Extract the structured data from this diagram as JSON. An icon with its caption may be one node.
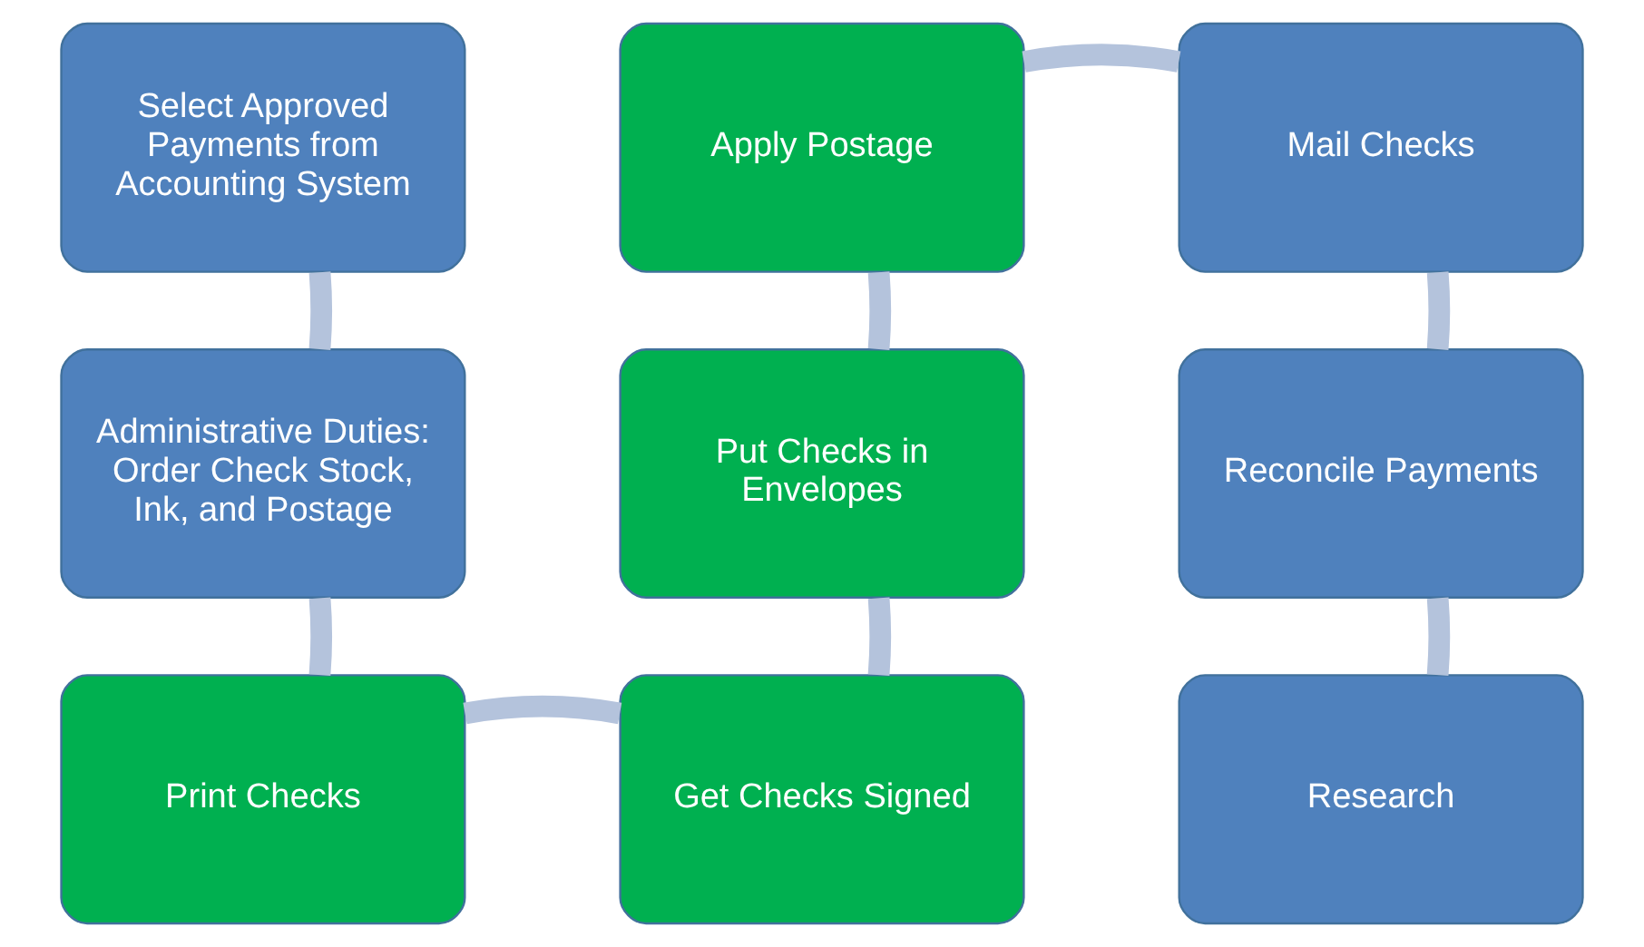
{
  "diagram": {
    "nodes": [
      {
        "text": [
          "Select Approved Payments from Accounting System"
        ]
      },
      {
        "text": [
          "Administrative Duties: Order Check Stock, Ink, and Postage"
        ]
      },
      {
        "text": [
          "Print Checks"
        ]
      },
      {
        "text": [
          "Get Checks Signed"
        ]
      },
      {
        "text": [
          "Put Checks in Envelopes"
        ]
      },
      {
        "text": [
          "Apply Postage"
        ]
      },
      {
        "text": [
          "Mail Checks"
        ]
      },
      {
        "text": [
          "Reconcile Payments"
        ]
      },
      {
        "text": [
          "Research"
        ]
      }
    ],
    "edges": [
      {
        "from": 0,
        "to": 1,
        "arrow": "none"
      },
      {
        "from": 1,
        "to": 2,
        "arrow": "none"
      },
      {
        "from": 2,
        "to": 3,
        "arrow": "none"
      },
      {
        "from": 3,
        "to": 4,
        "arrow": "none"
      },
      {
        "from": 4,
        "to": 5,
        "arrow": "none"
      },
      {
        "from": 5,
        "to": 6,
        "arrow": "none"
      },
      {
        "from": 6,
        "to": 7,
        "arrow": "none"
      },
      {
        "from": 7,
        "to": 8,
        "arrow": "none"
      }
    ]
  }
}
